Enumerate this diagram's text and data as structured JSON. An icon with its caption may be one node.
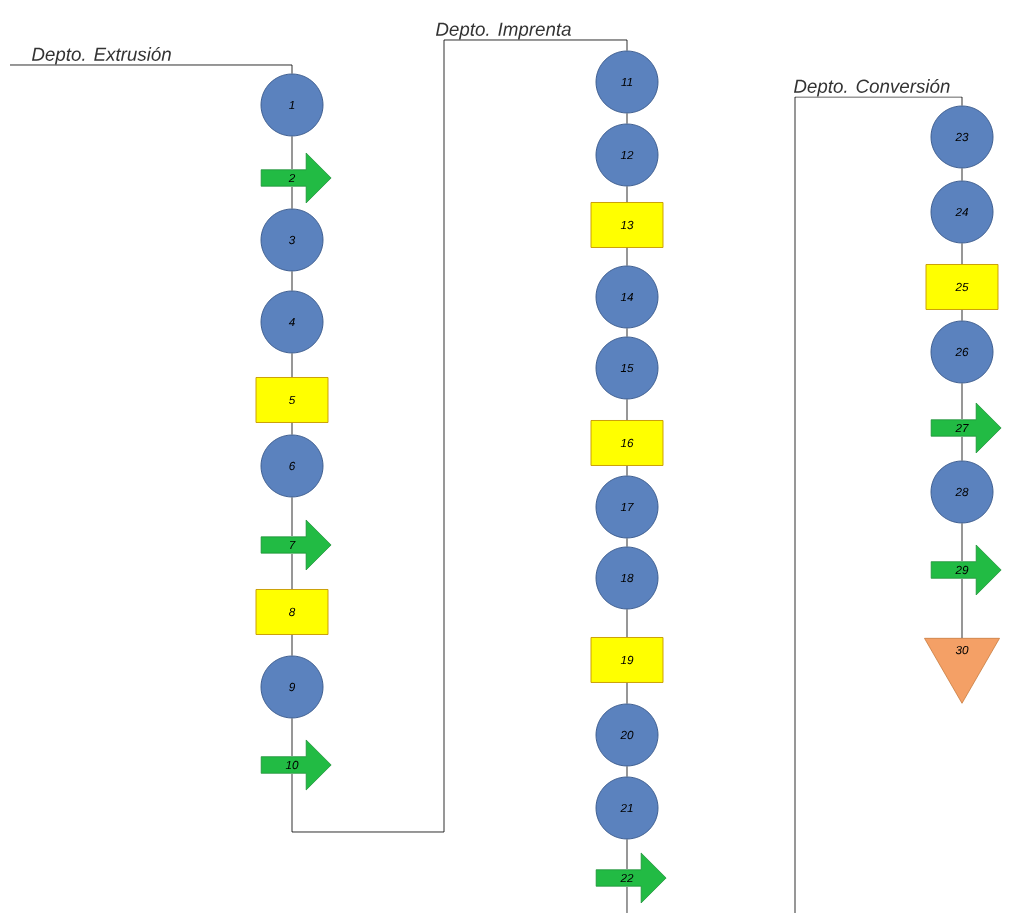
{
  "diagram": {
    "nodes": [
      {
        "text": [
          "1"
        ]
      },
      {
        "text": [
          "2"
        ]
      },
      {
        "text": [
          "3"
        ]
      },
      {
        "text": [
          "4"
        ]
      },
      {
        "text": [
          "5"
        ]
      },
      {
        "text": [
          "6"
        ]
      },
      {
        "text": [
          "7"
        ]
      },
      {
        "text": [
          "8"
        ]
      },
      {
        "text": [
          "9"
        ]
      },
      {
        "text": [
          "10"
        ]
      },
      {
        "text": [
          "11"
        ]
      },
      {
        "text": [
          "12"
        ]
      },
      {
        "text": [
          "13"
        ]
      },
      {
        "text": [
          "14"
        ]
      },
      {
        "text": [
          "15"
        ]
      },
      {
        "text": [
          "16"
        ]
      },
      {
        "text": [
          "17"
        ]
      },
      {
        "text": [
          "18"
        ]
      },
      {
        "text": [
          "19"
        ]
      },
      {
        "text": [
          "20"
        ]
      },
      {
        "text": [
          "21"
        ]
      },
      {
        "text": [
          "22"
        ]
      },
      {
        "text": [
          "23"
        ]
      },
      {
        "text": [
          "24"
        ]
      },
      {
        "text": [
          "25"
        ]
      },
      {
        "text": [
          "26"
        ]
      },
      {
        "text": [
          "27"
        ]
      },
      {
        "text": [
          "28"
        ]
      },
      {
        "text": [
          "29"
        ]
      },
      {
        "text": [
          "30"
        ]
      }
    ],
    "edges": [
      {
        "from": null,
        "to": 0,
        "arrow": "none"
      },
      {
        "from": 0,
        "to": 1,
        "arrow": "none"
      },
      {
        "from": 1,
        "to": 2,
        "arrow": "none"
      },
      {
        "from": 2,
        "to": 3,
        "arrow": "none"
      },
      {
        "from": 3,
        "to": 4,
        "arrow": "none"
      },
      {
        "from": 4,
        "to": 5,
        "arrow": "none"
      },
      {
        "from": 5,
        "to": 6,
        "arrow": "none"
      },
      {
        "from": 6,
        "to": 7,
        "arrow": "none"
      },
      {
        "from": 7,
        "to": 8,
        "arrow": "none"
      },
      {
        "from": 8,
        "to": 9,
        "arrow": "none"
      },
      {
        "from": 9,
        "to": 10,
        "arrow": "none"
      },
      {
        "from": 10,
        "to": 11,
        "arrow": "none"
      },
      {
        "from": 11,
        "to": 12,
        "arrow": "none"
      },
      {
        "from": 12,
        "to": 13,
        "arrow": "none"
      },
      {
        "from": 13,
        "to": 14,
        "arrow": "none"
      },
      {
        "from": 14,
        "to": 15,
        "arrow": "none"
      },
      {
        "from": 15,
        "to": 16,
        "arrow": "none"
      },
      {
        "from": 16,
        "to": 17,
        "arrow": "none"
      },
      {
        "from": 17,
        "to": 18,
        "arrow": "none"
      },
      {
        "from": 18,
        "to": 19,
        "arrow": "none"
      },
      {
        "from": 19,
        "to": 20,
        "arrow": "none"
      },
      {
        "from": 20,
        "to": 21,
        "arrow": "none"
      },
      {
        "from": 21,
        "to": null,
        "arrow": "none"
      },
      {
        "from": null,
        "to": 22,
        "arrow": "none"
      },
      {
        "from": 22,
        "to": 23,
        "arrow": "none"
      },
      {
        "from": 23,
        "to": 24,
        "arrow": "none"
      },
      {
        "from": 24,
        "to": 25,
        "arrow": "none"
      },
      {
        "from": 25,
        "to": 26,
        "arrow": "none"
      },
      {
        "from": 26,
        "to": 27,
        "arrow": "none"
      },
      {
        "from": 27,
        "to": 28,
        "arrow": "none"
      },
      {
        "from": 28,
        "to": 29,
        "arrow": "none"
      }
    ],
    "labels": [
      "Depto. Extrusión",
      "Depto. Imprenta",
      "Depto. Conversión"
    ]
  }
}
